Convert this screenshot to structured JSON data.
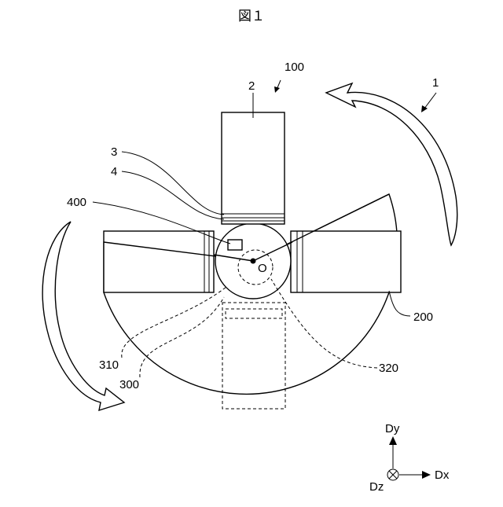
{
  "figure": {
    "title": "図１",
    "labels": {
      "device": "1",
      "assembly": "100",
      "part_2": "2",
      "part_3": "3",
      "part_4": "4",
      "part_400": "400",
      "part_200": "200",
      "part_310": "310",
      "part_300": "300",
      "part_320": "320",
      "center": "O"
    },
    "axes": {
      "dy": "Dy",
      "dx": "Dx",
      "dz": "Dz"
    }
  }
}
